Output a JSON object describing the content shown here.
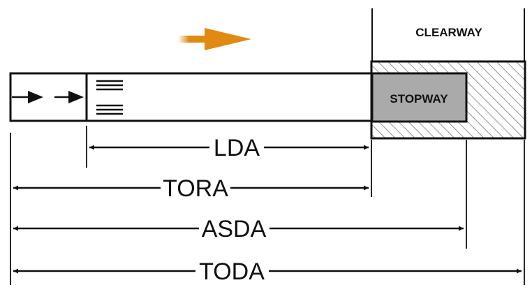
{
  "labels": {
    "clearway": "CLEARWAY",
    "stopway": "STOPWAY"
  },
  "distances": [
    {
      "key": "lda",
      "label": "LDA"
    },
    {
      "key": "tora",
      "label": "TORA"
    },
    {
      "key": "asda",
      "label": "ASDA"
    },
    {
      "key": "toda",
      "label": "TODA"
    }
  ],
  "colors": {
    "direction_arrow": "#e08a12",
    "stopway_fill": "#aaaaaa",
    "line": "#111111",
    "background": "#ffffff"
  },
  "icons": {
    "direction": "takeoff-direction-arrow-icon",
    "displaced_threshold": "displaced-threshold-arrow-icon",
    "threshold_markings": "threshold-stripes-icon"
  }
}
